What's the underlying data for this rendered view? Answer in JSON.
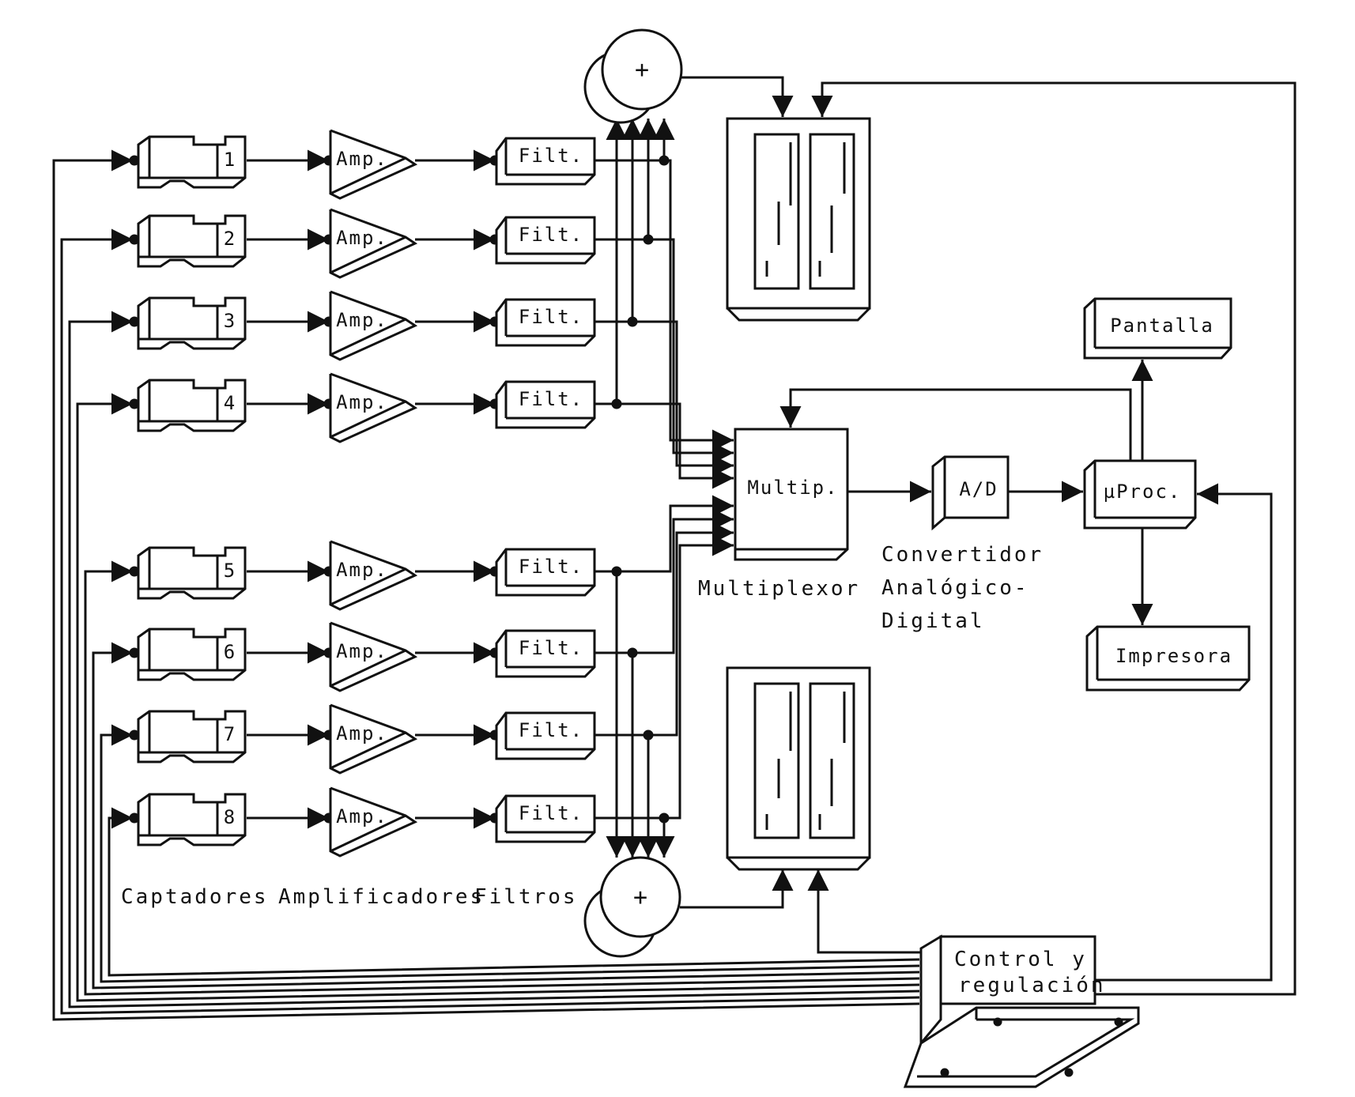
{
  "sensors": [
    "1",
    "2",
    "3",
    "4",
    "5",
    "6",
    "7",
    "8"
  ],
  "labels": {
    "amp": "Amp.",
    "filt": "Filt.",
    "adder": "+",
    "multiplexer_box": "Multip.",
    "ad_box": "A/D",
    "uproc_box": "µProc.",
    "screen_box": "Pantalla",
    "printer_box": "Impresora",
    "control_line1": "Control y",
    "control_line2": "regulación"
  },
  "captions": {
    "sensors": "Captadores",
    "amplifiers": "Amplificadores",
    "filters": "Filtros",
    "multiplexer": "Multiplexor",
    "converter_line1": "Convertidor",
    "converter_line2": "Analógico-",
    "converter_line3": "Digital"
  },
  "colors": {
    "ink": "#111111",
    "paper": "#ffffff"
  }
}
